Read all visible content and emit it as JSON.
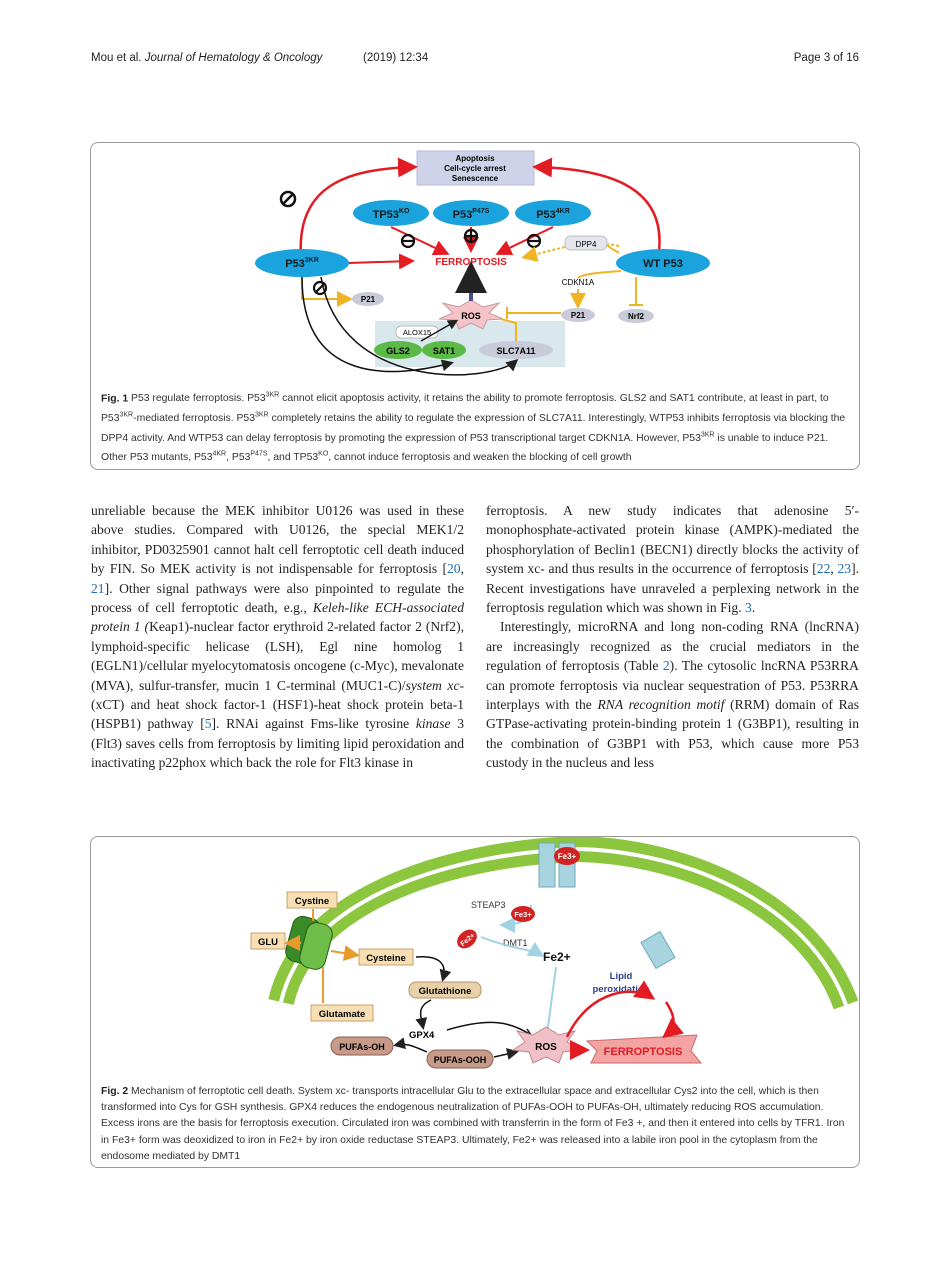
{
  "header": {
    "authors": "Mou et al.",
    "journal": "Journal of Hematology & Oncology",
    "year_volume": "(2019) 12:34",
    "page": "Page 3 of 16"
  },
  "fig1": {
    "top_box": [
      "Apoptosis",
      "Cell-cycle arrest",
      "Senescence"
    ],
    "mutants": [
      "TP53",
      "KO",
      "P53",
      "P47S",
      "P53",
      "4KR"
    ],
    "left_node": "P53",
    "left_node_sup": "3KR",
    "right_node": "WT P53",
    "ferroptosis": "FERROPTOSIS",
    "dpp4": "DPP4",
    "cdkn1a": "CDKN1A",
    "p21": "P21",
    "nrf2": "Nrf2",
    "ros": "ROS",
    "alox15": "ALOX15",
    "gls2": "GLS2",
    "sat1": "SAT1",
    "slc7a11": "SLC7A11",
    "caption": {
      "label": "Fig. 1",
      "text": "P53 regulate ferroptosis. P53^3KR cannot elicit apoptosis activity, it retains the ability to promote ferroptosis. GLS2 and SAT1 contribute, at least in part, to P53^3KR-mediated ferroptosis. P53^3KR completely retains the ability to regulate the expression of SLC7A11. Interestingly, WTP53 inhibits ferroptosis via blocking the DPP4 activity. And WTP53 can delay ferroptosis by promoting the expression of P53 transcriptional target CDKN1A. However, P53^3KR is unable to induce P21. Other P53 mutants, P53^4KR, P53^P47S, and TP53^KO, cannot induce ferroptosis and weaken the blocking of cell growth"
    }
  },
  "fig2": {
    "fe3_top": "Fe3+",
    "steap3": "STEAP3",
    "fe3": "Fe3+",
    "fe2_small": "Fe2+",
    "dmt1": "DMT1",
    "fe2": "Fe2+",
    "cystine": "Cystine",
    "glu": "GLU",
    "cysteine": "Cysteine",
    "glutamate": "Glutamate",
    "glutathione": "Glutathione",
    "gpx4": "GPX4",
    "pufas_oh": "PUFAs-OH",
    "pufas_ooh": "PUFAs-OOH",
    "ros": "ROS",
    "lipid": [
      "Lipid",
      "peroxidation"
    ],
    "ferroptosis": "FERROPTOSIS",
    "caption": {
      "label": "Fig. 2",
      "text": "Mechanism of ferroptotic cell death. System xc- transports intracellular Glu to the extracellular space and extracellular Cys2 into the cell, which is then transformed into Cys for GSH synthesis. GPX4 reduces the endogenous neutralization of PUFAs-OOH to PUFAs-OH, ultimately reducing ROS accumulation. Excess irons are the basis for ferroptosis execution. Circulated iron was combined with transferrin in the form of Fe3 +, and then it entered into cells by TFR1. Iron in Fe3+ form was deoxidized to iron in Fe2+ by iron oxide reductase STEAP3. Ultimately, Fe2+ was released into a labile iron pool in the cytoplasm from the endosome mediated by DMT1"
    }
  },
  "body_left": [
    "unreliable because the MEK inhibitor U0126 was used in these above studies. Compared with U0126, the special MEK1/2 inhibitor, PD0325901 cannot halt cell ferroptotic cell death induced by FIN. So MEK activity is not indispensable for ferroptosis [",
    "20",
    ", ",
    "21",
    "]. Other signal pathways were also pinpointed to regulate the process of cell ferroptotic death, e.g., ",
    "Keleh-like ECH-associated protein 1 (",
    "Keap1)-nuclear factor erythroid 2-related factor 2 (Nrf2), lymphoid-specific helicase (LSH), Egl nine homolog 1 (EGLN1)/cellular myelocytomatosis oncogene (c-Myc), mevalonate (MVA), sulfur-transfer, mucin 1 C-terminal (MUC1-C)/",
    "system xc-",
    " (xCT) and heat shock factor-1 (HSF1)-heat shock protein beta-1 (HSPB1) pathway [",
    "5",
    "]. RNAi against Fms-like tyrosine ",
    "kinase",
    " 3 (Flt3) saves cells from ferroptosis by limiting lipid peroxidation and inactivating p22phox which back the role for Flt3 kinase in"
  ],
  "body_right_p1": [
    "ferroptosis. A new study indicates that adenosine 5′-monophosphate-activated protein kinase (AMPK)-mediated the phosphorylation of Beclin1 (BECN1) directly blocks the activity of system xc- and thus results in the occurrence of ferroptosis [",
    "22",
    ", ",
    "23",
    "]. Recent investigations have unraveled a perplexing network in the ferroptosis regulation which was shown in Fig. ",
    "3",
    "."
  ],
  "body_right_p2": [
    "Interestingly, microRNA and long non-coding RNA (lncRNA) are increasingly recognized as the crucial mediators in the regulation of ferroptosis (Table ",
    "2",
    "). The cytosolic lncRNA P53RRA can promote ferroptosis via nuclear sequestration of P53. P53RRA interplays with the ",
    "RNA recognition motif",
    " (RRM) domain of Ras GTPase-activating protein-binding protein 1 (G3BP1), resulting in the combination of G3BP1 with P53, which cause more P53 custody in the nucleus and less"
  ]
}
